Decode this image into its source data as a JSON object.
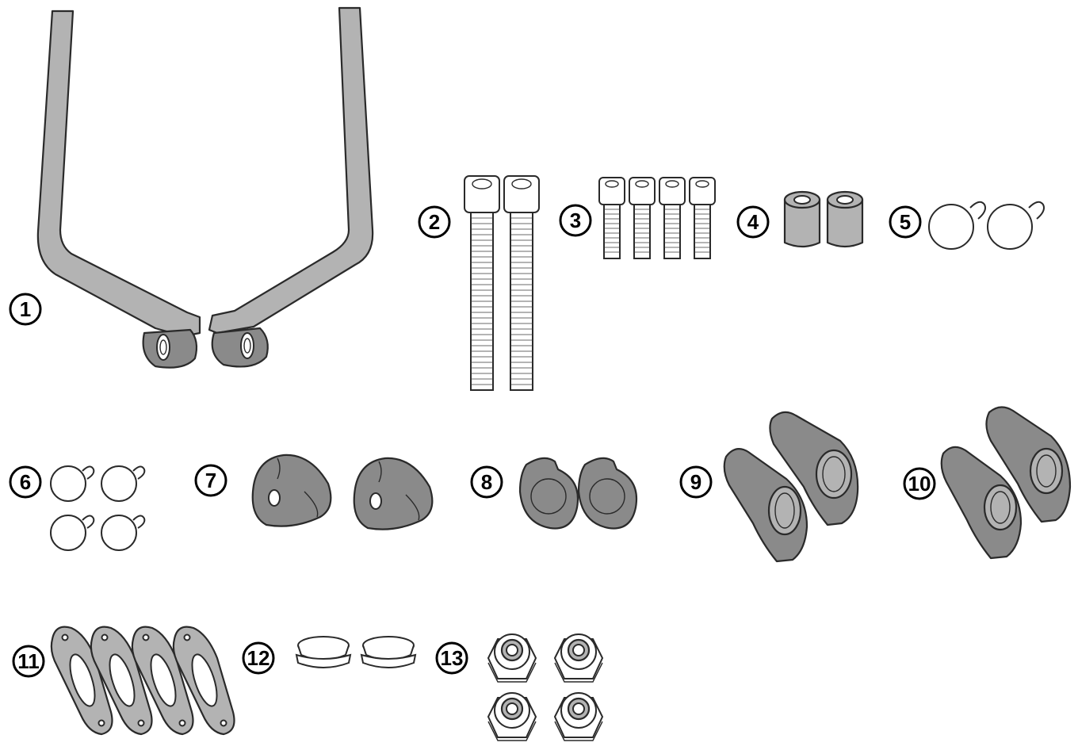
{
  "colors": {
    "metal": "#b3b3b3",
    "rubber": "#8a8a8a",
    "outline": "#2a2a2a",
    "background": "#ffffff"
  },
  "parts": [
    {
      "number": "1",
      "quantity": 2,
      "icon": "u-bracket-arm"
    },
    {
      "number": "2",
      "quantity": 2,
      "icon": "long-allen-bolt"
    },
    {
      "number": "3",
      "quantity": 4,
      "icon": "short-allen-bolt"
    },
    {
      "number": "4",
      "quantity": 2,
      "icon": "spacer"
    },
    {
      "number": "5",
      "quantity": 2,
      "icon": "large-washer"
    },
    {
      "number": "6",
      "quantity": 4,
      "icon": "small-washer"
    },
    {
      "number": "7",
      "quantity": 2,
      "icon": "clamp-knob"
    },
    {
      "number": "8",
      "quantity": 2,
      "icon": "clamp-ring"
    },
    {
      "number": "9",
      "quantity": 2,
      "icon": "bracket-cover-left"
    },
    {
      "number": "10",
      "quantity": 2,
      "icon": "bracket-cover-right"
    },
    {
      "number": "11",
      "quantity": 4,
      "icon": "gasket"
    },
    {
      "number": "12",
      "quantity": 2,
      "icon": "cap"
    },
    {
      "number": "13",
      "quantity": 4,
      "icon": "lock-nut"
    }
  ]
}
